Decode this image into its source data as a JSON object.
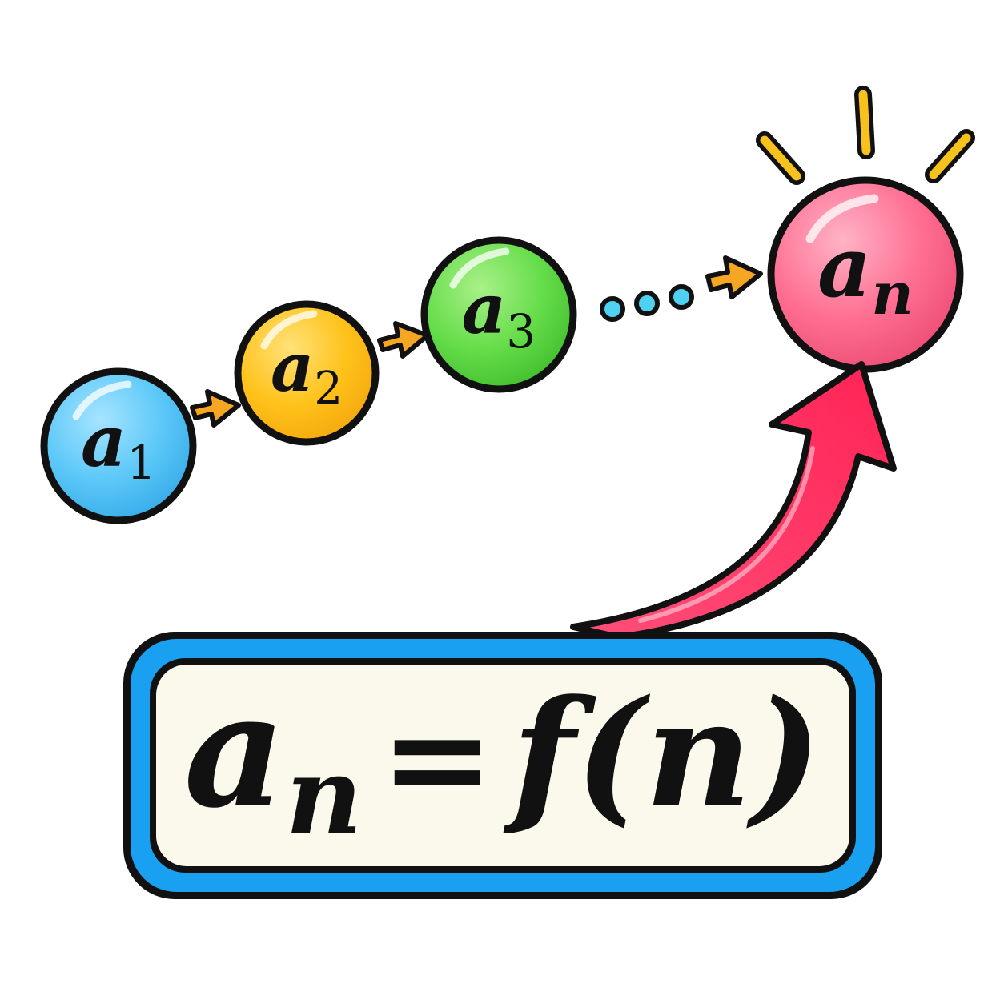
{
  "sequence": {
    "terms": [
      {
        "base": "a",
        "index": "1",
        "color": "#5cc8f8"
      },
      {
        "base": "a",
        "index": "2",
        "color": "#ffc21a"
      },
      {
        "base": "a",
        "index": "3",
        "color": "#66dd4a"
      }
    ],
    "ellipsis": "...",
    "general_term": {
      "base": "a",
      "index": "n",
      "color": "#ff6f92"
    }
  },
  "formula": {
    "lhs_base": "a",
    "lhs_index": "n",
    "equals": "=",
    "rhs": "f(n)"
  },
  "colors": {
    "outline": "#111111",
    "step_arrow": "#f5a623",
    "dots": "#4fd2f2",
    "burst": "#f7c21b",
    "curve_arrow": "#ff2e5e",
    "box_frame": "#1aa0f0",
    "box_fill": "#fbf8ec"
  }
}
